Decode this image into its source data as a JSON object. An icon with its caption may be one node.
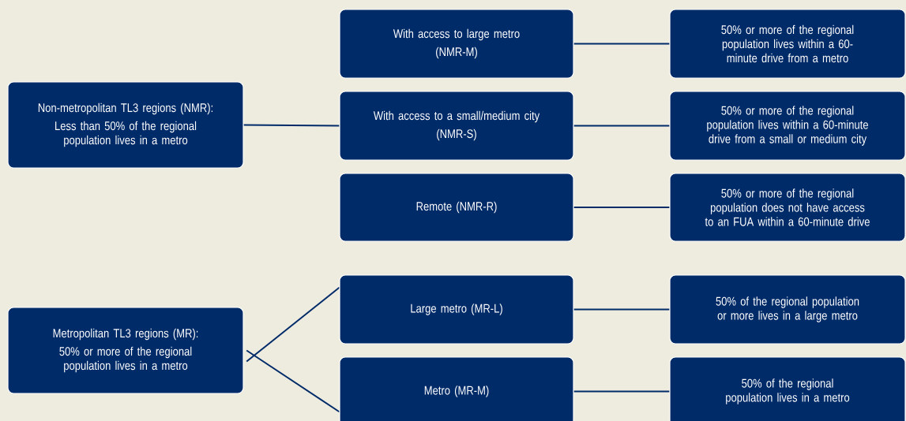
{
  "diagram": {
    "nodes": [
      {
        "text": [
          "Non-metropolitan TL3 regions (NMR):",
          "Less than 50% of the regional population lives in a metro"
        ]
      },
      {
        "text": [
          "With access to large metro",
          "(NMR-M)"
        ]
      },
      {
        "text": [
          "50% or more of the regional population lives within a 60-minute drive from a metro"
        ]
      },
      {
        "text": [
          "With access to a small/medium city",
          "(NMR-S)"
        ]
      },
      {
        "text": [
          "50% or more of the regional population lives within a 60-minute drive from a small or medium city"
        ]
      },
      {
        "text": [
          "Remote (NMR-R)"
        ]
      },
      {
        "text": [
          "50% or more of the regional population does not have access to an FUA within a 60-minute drive"
        ]
      },
      {
        "text": [
          "Metropolitan TL3 regions (MR):",
          "50% or more of the regional population lives in a metro"
        ]
      },
      {
        "text": [
          "Large metro (MR-L)"
        ]
      },
      {
        "text": [
          "50% of the regional population or more lives in a large metro"
        ]
      },
      {
        "text": [
          "Metro (MR-M)"
        ]
      },
      {
        "text": [
          "50% of the regional population lives in a metro"
        ]
      }
    ],
    "edges": [
      {
        "from": 0,
        "to": 3,
        "arrow": "none"
      },
      {
        "from": 1,
        "to": 2,
        "arrow": "none"
      },
      {
        "from": 3,
        "to": 4,
        "arrow": "none"
      },
      {
        "from": 5,
        "to": 6,
        "arrow": "none"
      },
      {
        "from": 7,
        "to": 8,
        "arrow": "none"
      },
      {
        "from": 7,
        "to": 10,
        "arrow": "none"
      },
      {
        "from": 8,
        "to": 9,
        "arrow": "none"
      },
      {
        "from": 10,
        "to": 11,
        "arrow": "none"
      }
    ]
  }
}
